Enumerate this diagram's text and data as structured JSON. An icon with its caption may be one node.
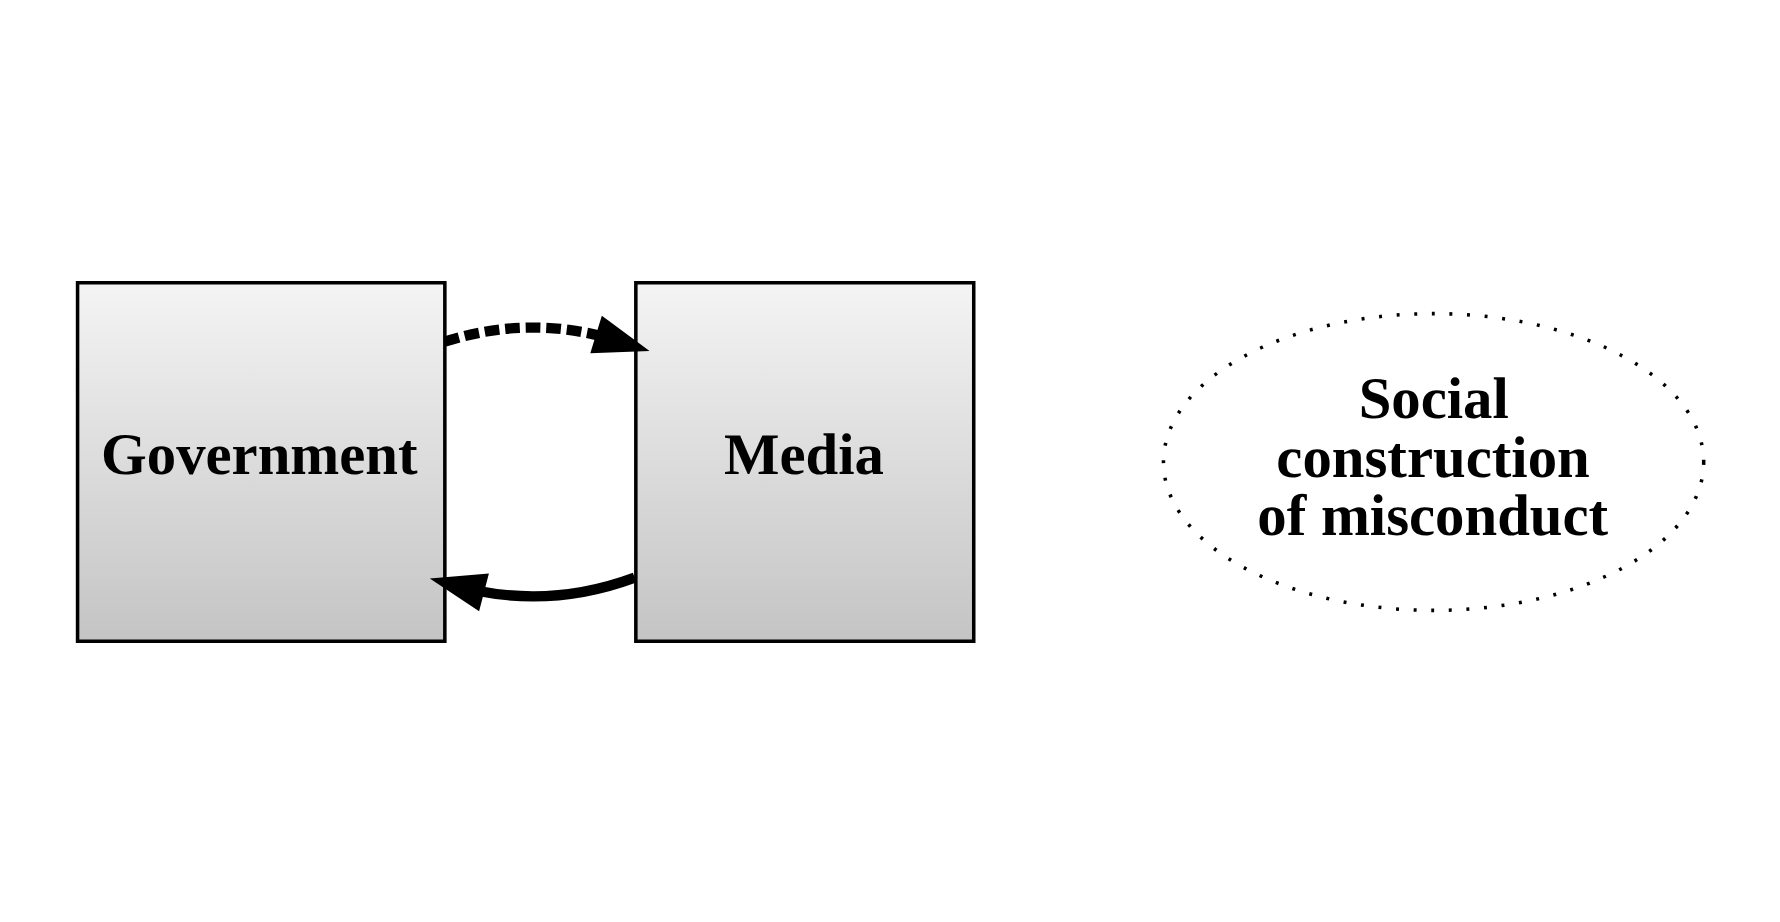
{
  "diagram": {
    "nodes": [
      {
        "text": [
          "Media"
        ]
      },
      {
        "text": [
          "Social construction of misconduct"
        ]
      },
      {
        "text": [
          "Government"
        ]
      }
    ],
    "edges": [
      {
        "from": 0,
        "to": 2,
        "arrow": "to"
      },
      {
        "from": 2,
        "to": 0,
        "arrow": "to",
        "style": "dashed"
      }
    ]
  }
}
